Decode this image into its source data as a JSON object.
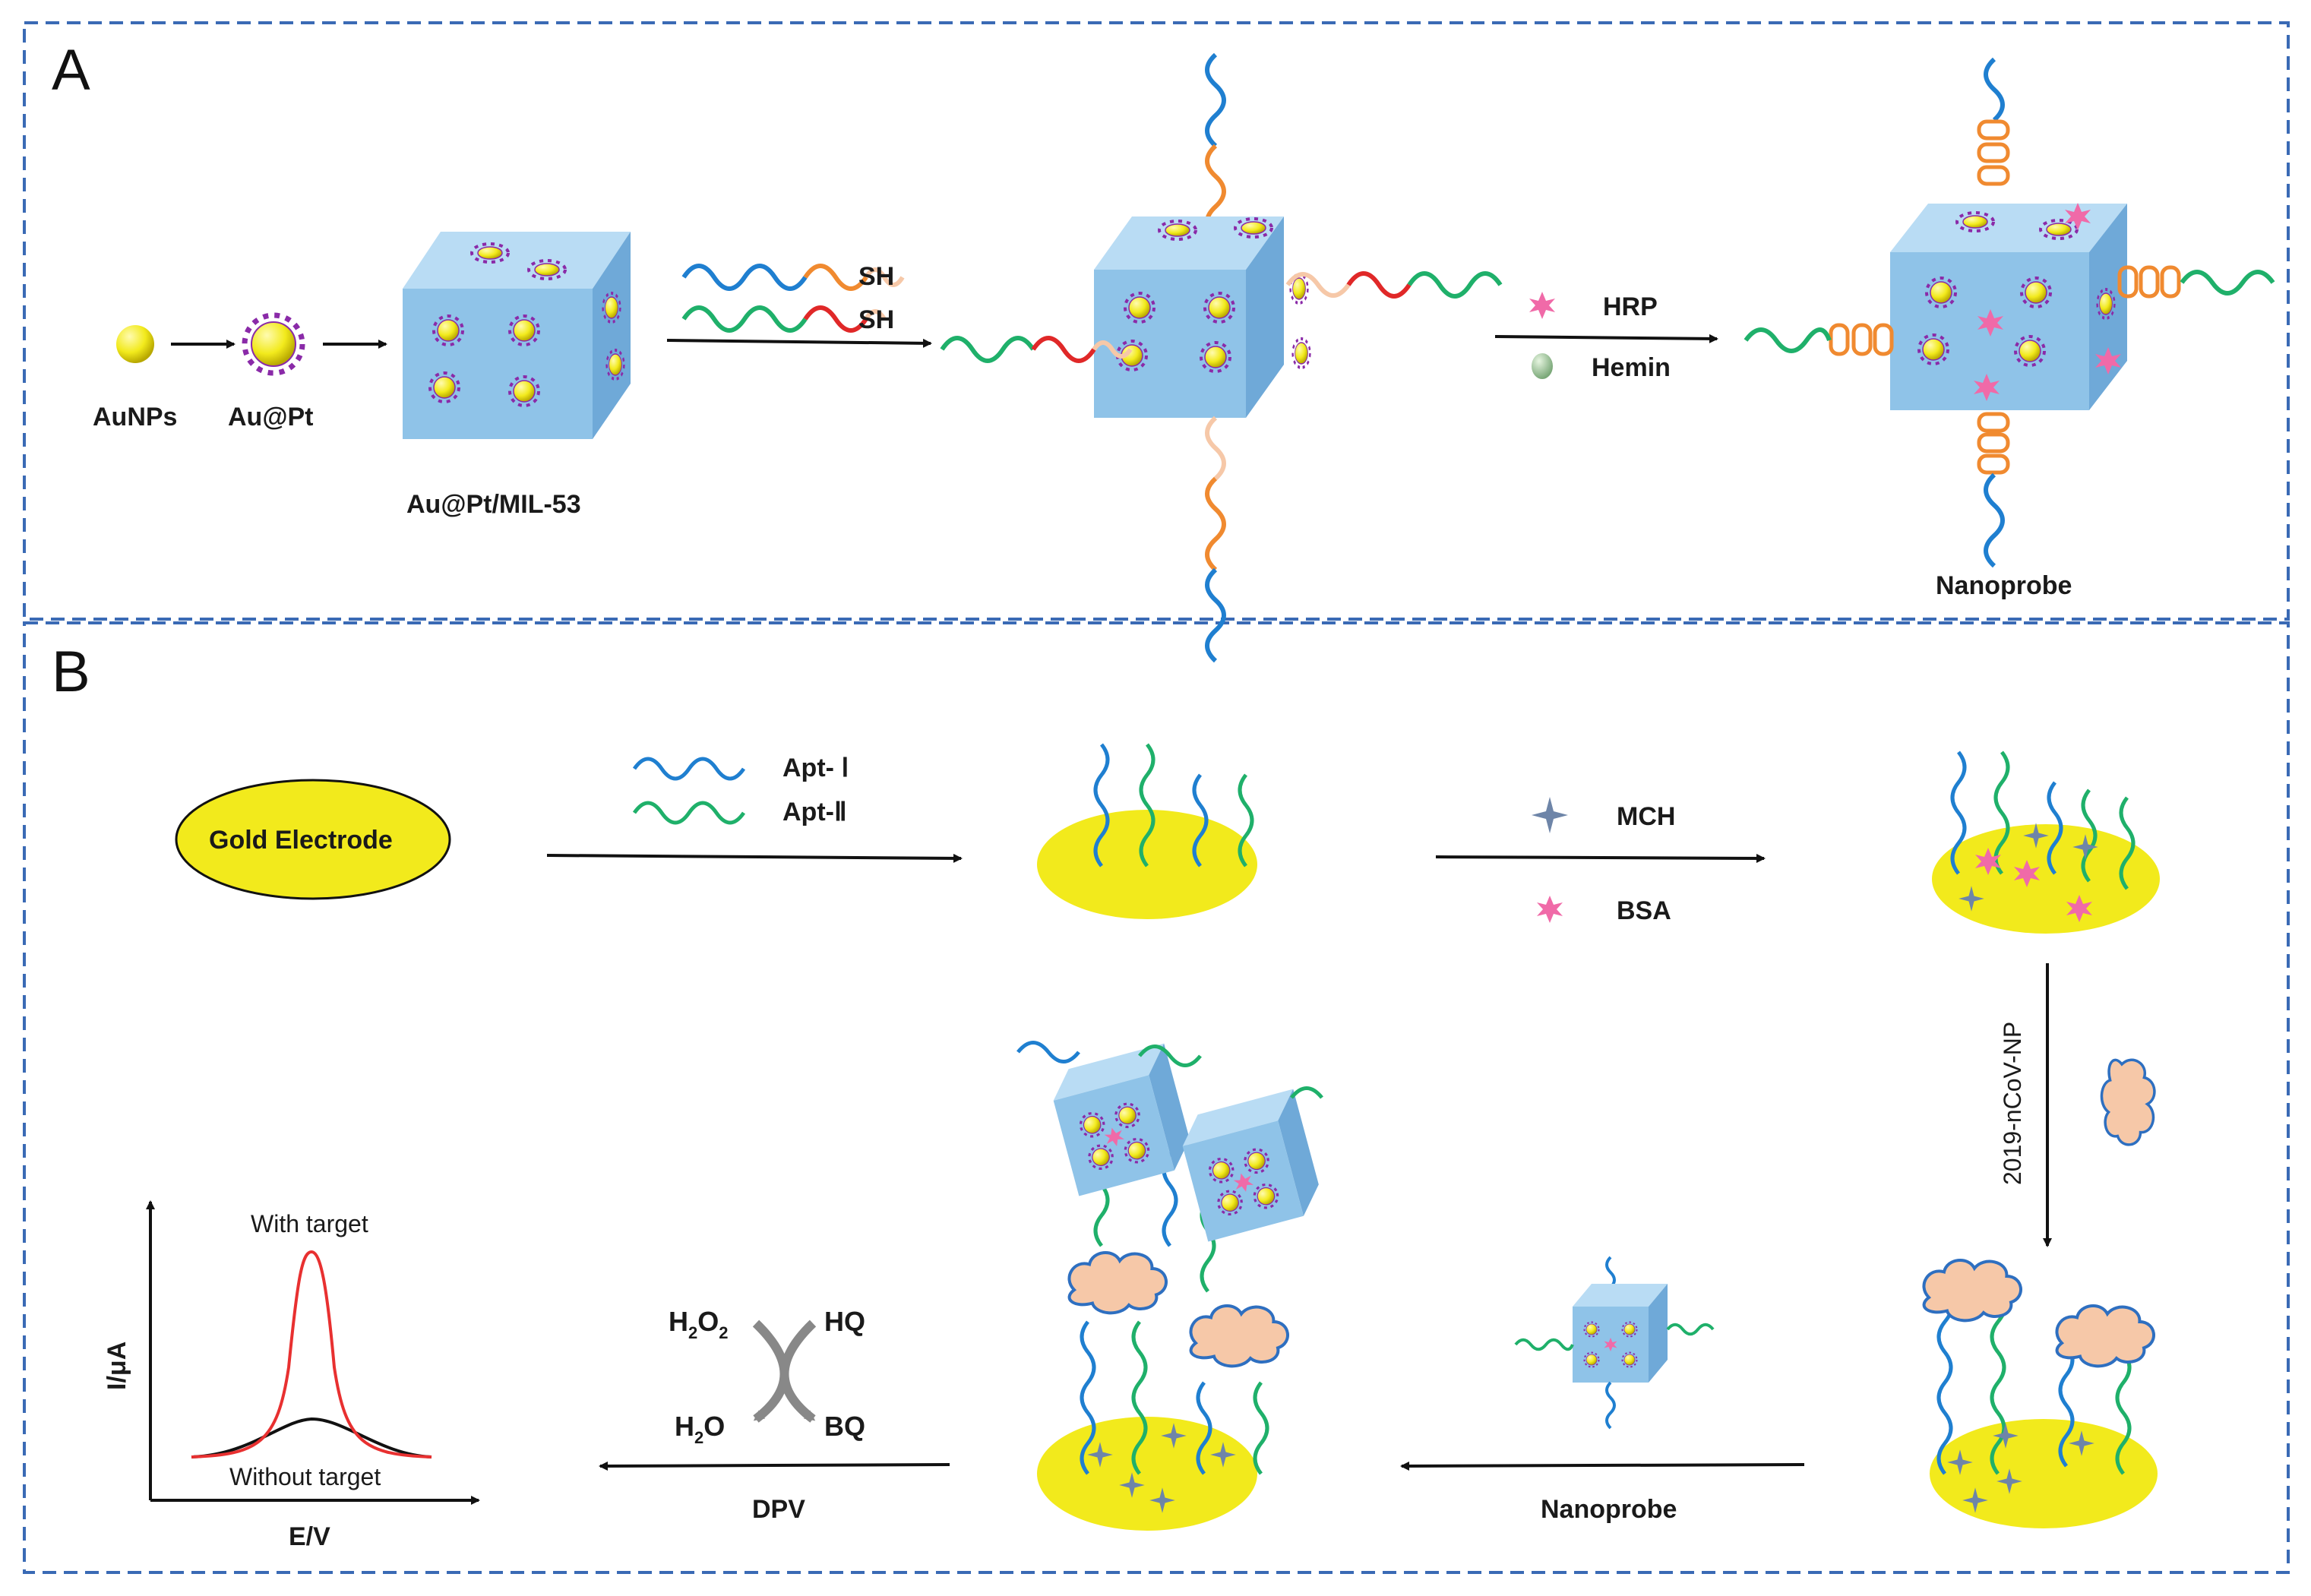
{
  "panel_a": {
    "letter": "A",
    "auNPs_label": "AuNPs",
    "au_pt_label": "Au@Pt",
    "mil_label": "Au@Pt/MIL-53",
    "sh_label_1": "SH",
    "sh_label_2": "SH",
    "hrp_label": "HRP",
    "hemin_label": "Hemin",
    "nanoprobe_label": "Nanoprobe"
  },
  "panel_b": {
    "letter": "B",
    "electrode_label": "Gold Electrode",
    "apt1_label": "Apt- Ⅰ",
    "apt2_label": "Apt-Ⅱ",
    "mch_label": "MCH",
    "bsa_label": "BSA",
    "virus_label": "2019-nCoV-NP",
    "nanoprobe_label": "Nanoprobe",
    "dpv_label": "DPV",
    "h2o2_main": "H",
    "h2o2_sub1": "2",
    "h2o2_mid": "O",
    "h2o2_sub2": "2",
    "hq_label": "HQ",
    "h2o_main": "H",
    "h2o_sub": "2",
    "h2o_end": "O",
    "bq_label": "BQ",
    "graph": {
      "ylabel": "I/μA",
      "xlabel": "E/V",
      "with_target": "With target",
      "without_target": "Without target"
    }
  },
  "colors": {
    "border": "#3a6ab5",
    "cube_front": "#8fc3e8",
    "cube_top": "#b9dcf4",
    "cube_side": "#6fa9d8",
    "gold": "#f2ea1c",
    "blue_dna": "#1f7fd0",
    "green_dna": "#1fb06a",
    "orange_dna": "#f08a30",
    "red_dna": "#e02828",
    "purple": "#8a2aa8",
    "pink": "#f06aa8",
    "star": "#6e85a8",
    "virus": "#f6c8a8",
    "curve_red": "#e83030",
    "curve_black": "#111111"
  }
}
